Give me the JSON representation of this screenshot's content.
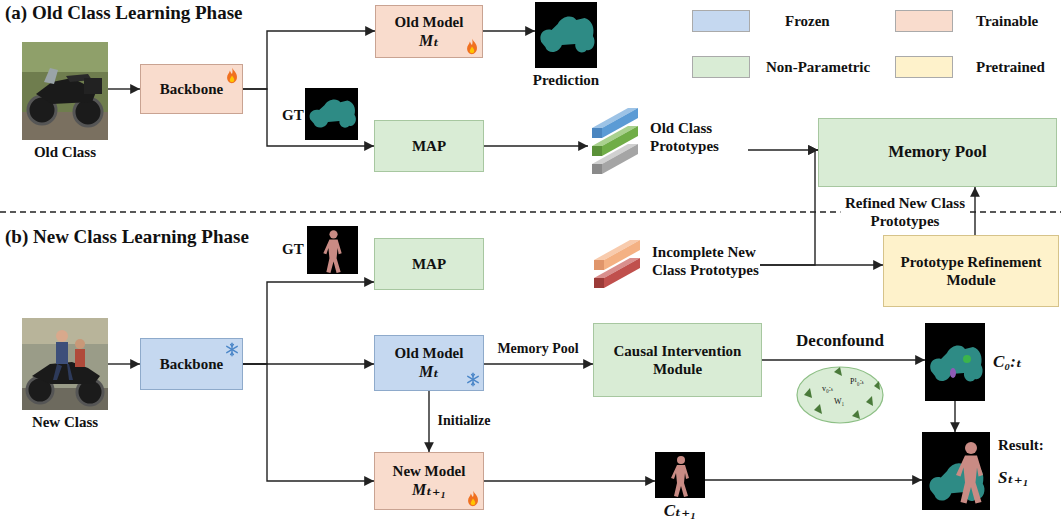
{
  "diagram": {
    "nodes": [
      {
        "text": [
          "Old Class"
        ]
      },
      {
        "text": [
          "Backbone"
        ]
      },
      {
        "text": [
          "Old Model",
          "Mₜ"
        ]
      },
      {
        "text": [
          "Prediction"
        ]
      },
      {
        "text": [
          "MAP"
        ]
      },
      {
        "text": [
          "Old Class Prototypes"
        ]
      },
      {
        "text": [
          "Memory Pool"
        ]
      },
      {
        "text": [
          "Prototype Refinement Module"
        ]
      },
      {
        "text": [
          "MAP"
        ]
      },
      {
        "text": [
          "Incomplete New Class Prototypes"
        ]
      },
      {
        "text": [
          "New Class"
        ]
      },
      {
        "text": [
          "Backbone"
        ]
      },
      {
        "text": [
          "Old Model",
          "Mₜ"
        ]
      },
      {
        "text": [
          "Causal Intervention Module"
        ]
      },
      {
        "text": [
          "C₀:ₜ"
        ]
      },
      {
        "text": [
          "New Model",
          "Mₜ₊₁"
        ]
      },
      {
        "text": [
          "Cₜ₊₁"
        ]
      },
      {
        "text": [
          "Result:",
          "Sₜ₊₁"
        ]
      }
    ],
    "edges": [
      {
        "from": 0,
        "to": 1,
        "arrow": "to"
      },
      {
        "from": 1,
        "to": 2,
        "arrow": "to"
      },
      {
        "from": 1,
        "to": 4,
        "arrow": "to"
      },
      {
        "from": 2,
        "to": 3,
        "arrow": "to"
      },
      {
        "from": 4,
        "to": 5,
        "arrow": "to"
      },
      {
        "from": 5,
        "to": 6,
        "arrow": "to"
      },
      {
        "from": 9,
        "to": 7,
        "arrow": "to"
      },
      {
        "from": 9,
        "to": 6,
        "arrow": "to"
      },
      {
        "from": 7,
        "to": 6,
        "label": "Refined New Class Prototypes",
        "arrow": "to"
      },
      {
        "from": 10,
        "to": 11,
        "arrow": "to"
      },
      {
        "from": 11,
        "to": 8,
        "arrow": "to"
      },
      {
        "from": 11,
        "to": 12,
        "arrow": "to"
      },
      {
        "from": 11,
        "to": 15,
        "arrow": "to"
      },
      {
        "from": 12,
        "to": 13,
        "label": "Memory Pool",
        "arrow": "to"
      },
      {
        "from": 12,
        "to": 15,
        "label": "Initialize",
        "arrow": "to"
      },
      {
        "from": 13,
        "to": 14,
        "label": "Deconfound",
        "arrow": "to"
      },
      {
        "from": 14,
        "to": 17,
        "arrow": "to"
      },
      {
        "from": 15,
        "to": 16,
        "arrow": "to"
      },
      {
        "from": 16,
        "to": 17,
        "arrow": "to"
      }
    ],
    "labels": [
      "(a) Old Class Learning Phase",
      "GT",
      "(b) New Class Learning Phase",
      "GT",
      "v₀:ₜ",
      "W₁",
      "P¹₀:ₜ"
    ],
    "legend": [
      {
        "text": "Frozen",
        "color": "#c5d8f0"
      },
      {
        "text": "Trainable",
        "color": "#f9dccd"
      },
      {
        "text": "Non-Parametric",
        "color": "#d9ecd5"
      },
      {
        "text": "Pretrained",
        "color": "#fef2cb"
      }
    ]
  }
}
